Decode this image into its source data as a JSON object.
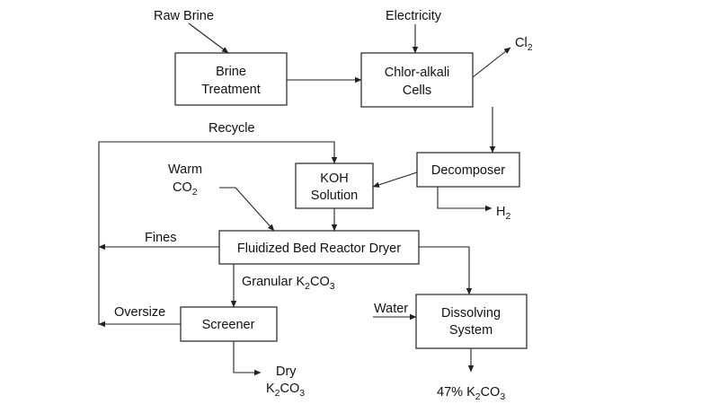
{
  "nodes": {
    "brine_treatment": [
      "Brine",
      "Treatment"
    ],
    "chlor_alkali": [
      "Chlor-alkali",
      "Cells"
    ],
    "decomposer": [
      "Decomposer"
    ],
    "koh_solution": [
      "KOH",
      "Solution"
    ],
    "fluidized_bed": [
      "Fluidized Bed Reactor Dryer"
    ],
    "screener": [
      "Screener"
    ],
    "dissolving": [
      "Dissolving",
      "System"
    ]
  },
  "labels": {
    "raw_brine": "Raw Brine",
    "electricity": "Electricity",
    "recycle": "Recycle",
    "warm": "Warm",
    "fines": "Fines",
    "oversize": "Oversize",
    "water": "Water",
    "dry": "Dry",
    "granular": "Granular ",
    "pct": "47% ",
    "cl2_base": "Cl",
    "cl2_sub": "2",
    "co2_base": "CO",
    "co2_sub": "2",
    "h2_base": "H",
    "h2_sub": "2",
    "k2co3_k": "K",
    "k2co3_2": "2",
    "k2co3_co": "CO",
    "k2co3_3": "3"
  },
  "colors": {
    "line": "#222222",
    "text": "#111111",
    "background": "#ffffff"
  }
}
